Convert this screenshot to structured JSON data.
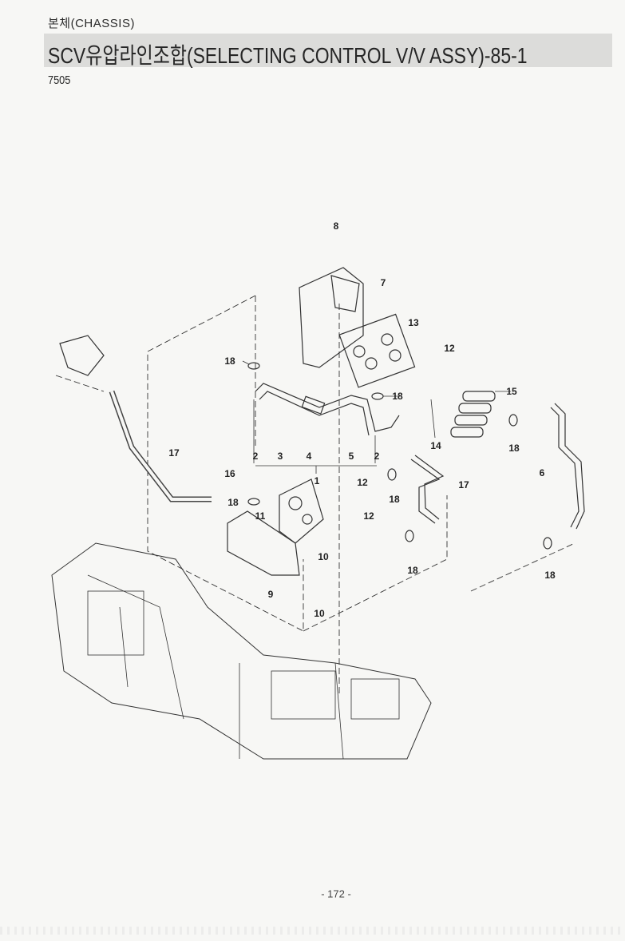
{
  "header": {
    "section": "본체(CHASSIS)",
    "title": "SCV유압라인조합(SELECTING CONTROL V/V ASSY)-85-1",
    "code": "7505"
  },
  "callouts": [
    "8",
    "7",
    "13",
    "12",
    "18",
    "15",
    "18",
    "14",
    "18",
    "17",
    "2",
    "3",
    "4",
    "5",
    "2",
    "1",
    "16",
    "12",
    "17",
    "6",
    "18",
    "18",
    "11",
    "12",
    "10",
    "9",
    "10",
    "18",
    "18"
  ],
  "footer": {
    "page": "- 172 -"
  }
}
